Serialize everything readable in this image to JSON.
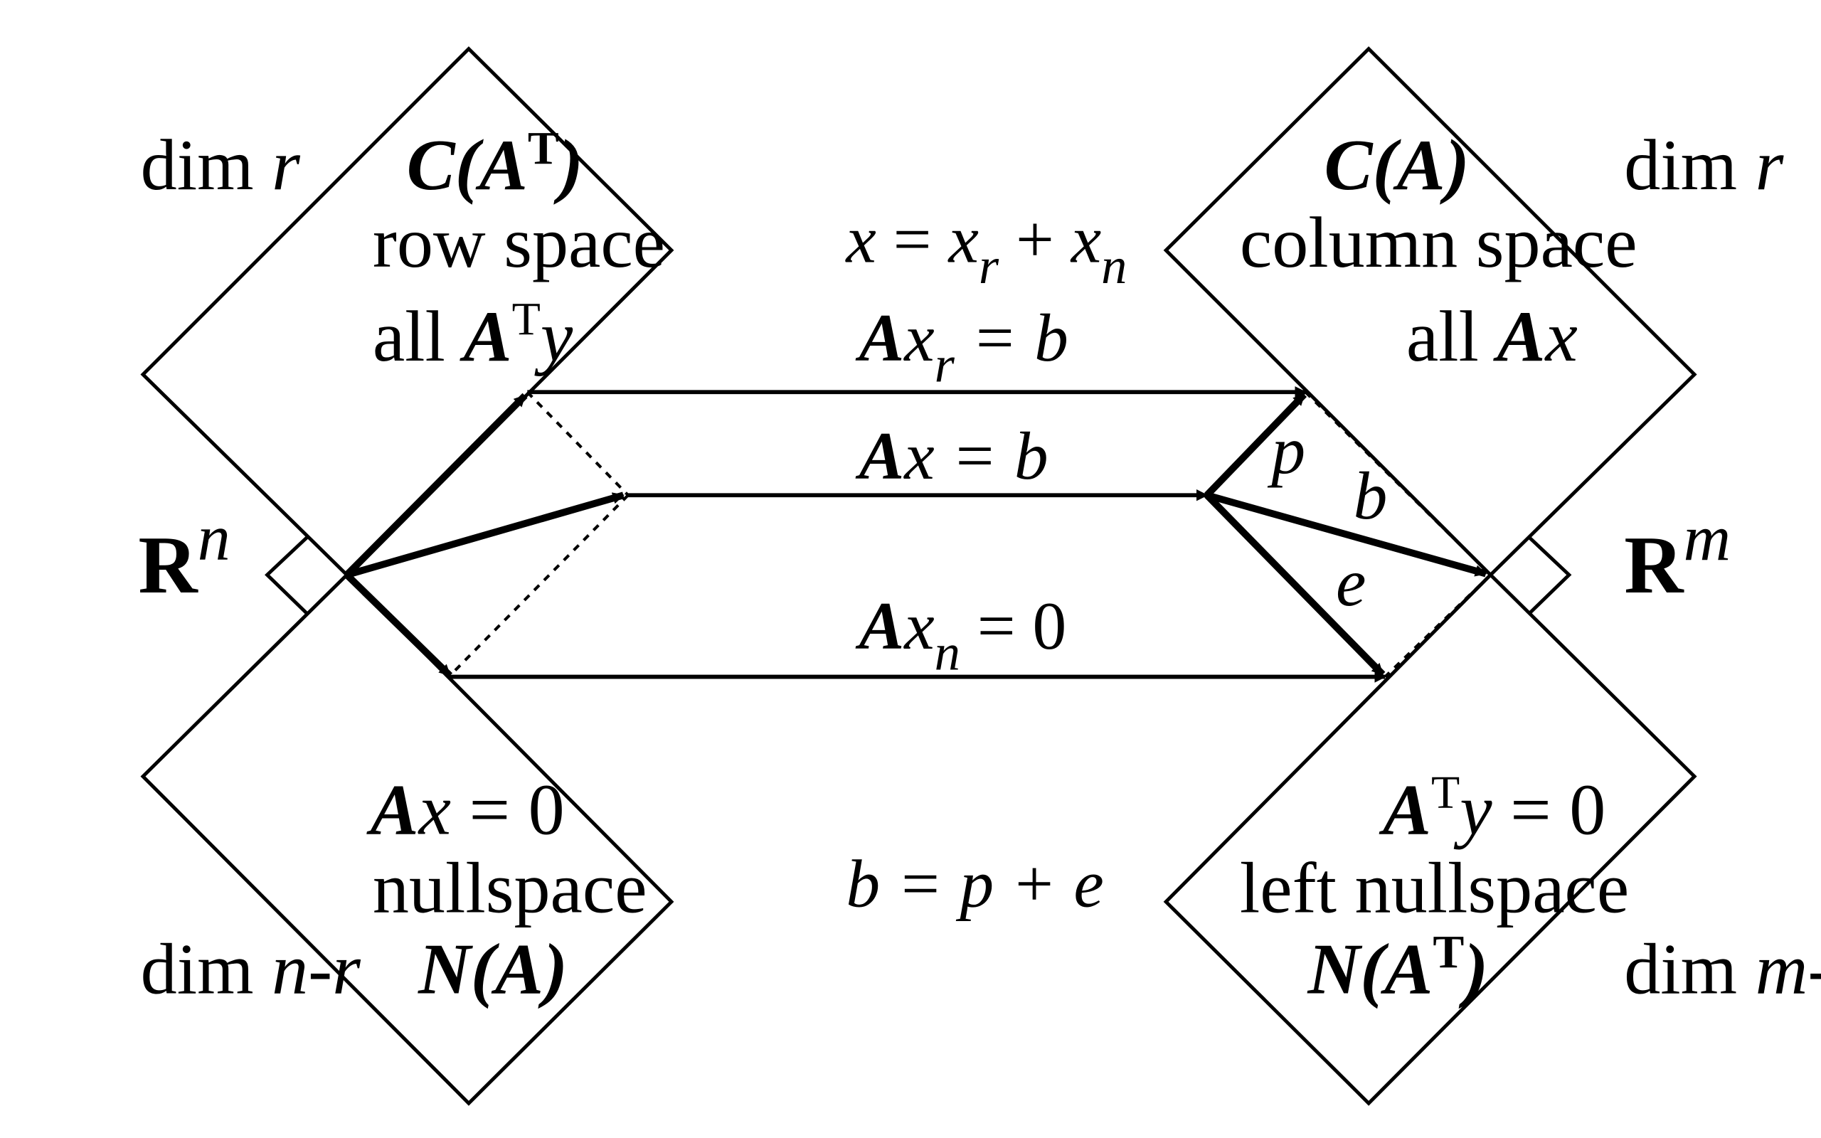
{
  "left": {
    "row_space": {
      "symbol_base": "C(A",
      "symbol_sup": "T",
      "symbol_close": ")",
      "name": "row space",
      "desc_prefix": "all ",
      "desc_A": "A",
      "desc_sup": "T",
      "desc_var": "y",
      "dim_prefix": "dim ",
      "dim_var": "r"
    },
    "nullspace": {
      "eq_A": "A",
      "eq_var": "x",
      "eq_rest": " = 0",
      "name": "nullspace",
      "symbol": "N(A)",
      "dim_prefix": "dim ",
      "dim_var": "n-r"
    },
    "space_base": "R",
    "space_sup": "n"
  },
  "right": {
    "column_space": {
      "symbol": "C(A)",
      "name": "column space",
      "desc_prefix": "all ",
      "desc_A": "A",
      "desc_var": "x",
      "dim_prefix": "dim ",
      "dim_var": "r"
    },
    "left_nullspace": {
      "eq_A": "A",
      "eq_sup": "T",
      "eq_var": "y",
      "eq_rest": " = 0",
      "name": "left nullspace",
      "symbol_base": "N(A",
      "symbol_sup": "T",
      "symbol_close": ")",
      "dim_prefix": "dim ",
      "dim_var": "m-r"
    },
    "space_base": "R",
    "space_sup": "m"
  },
  "center": {
    "decomp": {
      "lhs": "x",
      "eq": " = ",
      "t1": "x",
      "t1_sub": "r",
      "plus": " + ",
      "t2": "x",
      "t2_sub": "n"
    },
    "row_map": {
      "A": "A",
      "var": "x",
      "sub": "r",
      "rhs": " = b"
    },
    "full_map": {
      "A": "A",
      "var": "x",
      "rhs": " = b"
    },
    "null_map": {
      "A": "A",
      "var": "x",
      "sub": "n",
      "rhs": " = 0"
    },
    "proj": "b = p + e"
  },
  "vectors": {
    "p": "p",
    "b": "b",
    "e": "e"
  }
}
